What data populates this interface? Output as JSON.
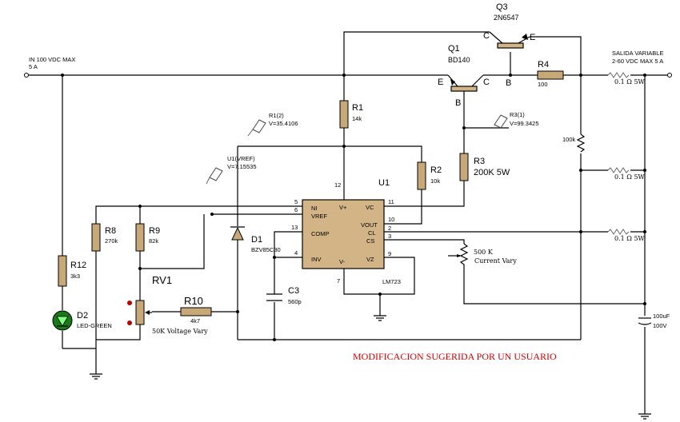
{
  "input": {
    "line1": "IN 100 VDC MAX",
    "line2": "5 A"
  },
  "output": {
    "line1": "SALIDA VARIABLE",
    "line2": "2-60 VDC   MAX 5 A"
  },
  "q3": {
    "ref": "Q3",
    "part": "2N6547",
    "c": "C",
    "b": "B",
    "e": "E"
  },
  "q1": {
    "ref": "Q1",
    "part": "BD140",
    "e": "E",
    "c": "C",
    "b": "B"
  },
  "r4": {
    "ref": "R4",
    "value": "100"
  },
  "r1": {
    "ref": "R1",
    "value": "14k"
  },
  "r2": {
    "ref": "R2",
    "value": "10k"
  },
  "r3": {
    "ref": "R3",
    "value": "200K 5W"
  },
  "r8": {
    "ref": "R8",
    "value": "270k"
  },
  "r9": {
    "ref": "R9",
    "value": "82k"
  },
  "r10": {
    "ref": "R10",
    "value": "4k7"
  },
  "r12": {
    "ref": "R12",
    "value": "3k3"
  },
  "rv1": {
    "ref": "RV1",
    "note": "50K  Voltage Vary"
  },
  "d1": {
    "ref": "D1",
    "part": "BZV85C30"
  },
  "d2": {
    "ref": "D2",
    "part": "LED-GREEN"
  },
  "c3": {
    "ref": "C3",
    "value": "560p"
  },
  "cout": {
    "value": "100uF",
    "voltage": "100V"
  },
  "shunts": {
    "r1": "0.1 Ω 5W",
    "r2": "0.1 Ω 5W",
    "r3": "0.1 Ω 5W"
  },
  "pot_current": {
    "value": "500 K",
    "note": "Current   Vary"
  },
  "r100k": "100k",
  "u1": {
    "ref": "U1",
    "part": "LM723",
    "pins": {
      "ni": "NI",
      "vref": "VREF",
      "comp": "COMP",
      "inv": "INV",
      "vplus": "V+",
      "vminus": "V-",
      "vc": "VC",
      "vout": "VOUT",
      "cl": "CL",
      "cs": "CS",
      "vz": "VZ"
    },
    "pin_numbers": {
      "p5": "5",
      "p6": "6",
      "p13": "13",
      "p4": "4",
      "p12": "12",
      "p7": "7",
      "p11": "11",
      "p10": "10",
      "p2": "2",
      "p3": "3",
      "p9": "9"
    }
  },
  "probes": {
    "r1_2": {
      "name": "R1(2)",
      "value": "V=35.4106"
    },
    "u1_vref": {
      "name": "U1(VREF)",
      "value": "V=7.15535"
    },
    "r3_1": {
      "name": "R3(1)",
      "value": "V=99.3425"
    }
  },
  "note": "MODIFICACION SUGERIDA POR UN USUARIO"
}
